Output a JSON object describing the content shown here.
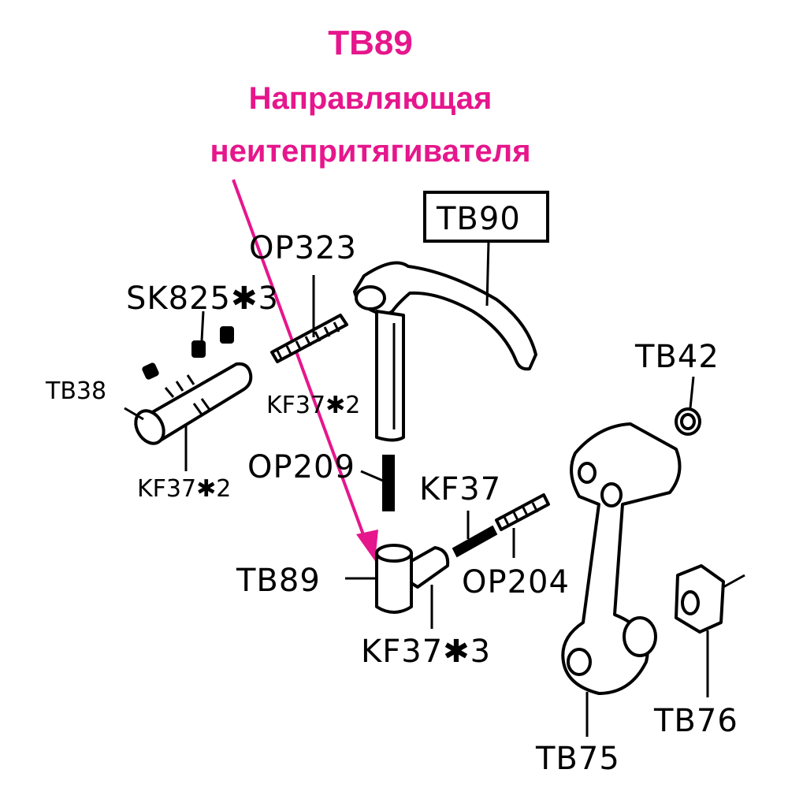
{
  "heading": {
    "code": "TB89",
    "line1": "Направляющая",
    "line2": "неитепритягивателя",
    "color": "#e6168c"
  },
  "labels": {
    "tb90": "TB90",
    "op323": "OP323",
    "sk825": "SK825✱3",
    "tb38": "TB38",
    "kf37x2_a": "KF37✱2",
    "kf37x2_b": "KF37✱2",
    "op209": "OP209",
    "kf37": "KF37",
    "tb42": "TB42",
    "tb89": "TB89",
    "op204": "OP204",
    "kf37x3": "KF37✱3",
    "tb75": "TB75",
    "tb76": "TB76"
  }
}
